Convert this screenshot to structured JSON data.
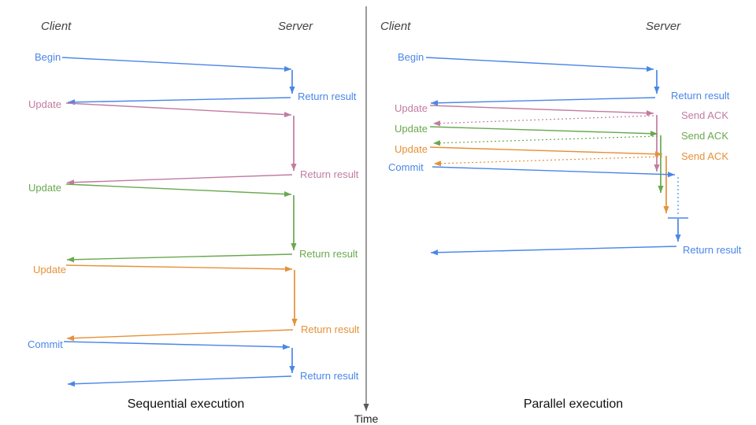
{
  "left": {
    "client_header": "Client",
    "server_header": "Server",
    "caption": "Sequential execution",
    "messages": [
      {
        "label": "Begin",
        "response": "Return result",
        "color": "#4a86e8"
      },
      {
        "label": "Update",
        "response": "Return result",
        "color": "#c27ba0"
      },
      {
        "label": "Update",
        "response": "Return result",
        "color": "#6aa84f"
      },
      {
        "label": "Update",
        "response": "Return result",
        "color": "#e69138"
      },
      {
        "label": "Commit",
        "response": "Return result",
        "color": "#4a86e8"
      }
    ]
  },
  "right": {
    "client_header": "Client",
    "server_header": "Server",
    "caption": "Parallel execution",
    "messages": [
      {
        "label": "Begin",
        "response": "Return result",
        "color": "#4a86e8"
      },
      {
        "label": "Update",
        "response": "Send ACK",
        "color": "#c27ba0"
      },
      {
        "label": "Update",
        "response": "Send ACK",
        "color": "#6aa84f"
      },
      {
        "label": "Update",
        "response": "Send ACK",
        "color": "#e69138"
      },
      {
        "label": "Commit",
        "response": "Return result",
        "color": "#4a86e8"
      }
    ]
  },
  "time_axis": {
    "label": "Time"
  },
  "palette": {
    "blue": "#4a86e8",
    "pink": "#c27ba0",
    "green": "#6aa84f",
    "orange": "#e69138",
    "axis_gray": "#595959",
    "header_gray": "#434343",
    "caption_black": "#111111"
  }
}
